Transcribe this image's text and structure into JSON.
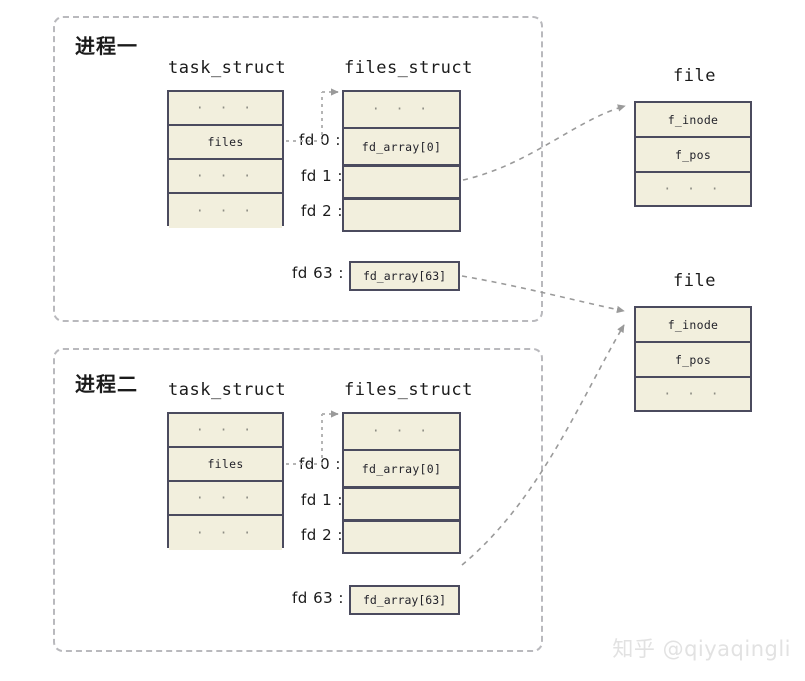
{
  "watermark": "知乎 @qiyaqingli",
  "processes": [
    {
      "label": "进程一",
      "task_struct": {
        "title": "task_struct",
        "rows": [
          "· · ·",
          "files",
          "· · ·",
          "· · ·"
        ]
      },
      "files_struct": {
        "title": "files_struct",
        "rows": [
          "· · ·",
          "fd_array[0]",
          "",
          ""
        ],
        "fd_labels": [
          "fd 0 :",
          "fd 1 :",
          "fd 2 :"
        ],
        "last_fd_label": "fd 63 :",
        "last_fd_value": "fd_array[63]"
      }
    },
    {
      "label": "进程二",
      "task_struct": {
        "title": "task_struct",
        "rows": [
          "· · ·",
          "files",
          "· · ·",
          "· · ·"
        ]
      },
      "files_struct": {
        "title": "files_struct",
        "rows": [
          "· · ·",
          "fd_array[0]",
          "",
          ""
        ],
        "fd_labels": [
          "fd 0 :",
          "fd 1 :",
          "fd 2 :"
        ],
        "last_fd_label": "fd 63 :",
        "last_fd_value": "fd_array[63]"
      }
    }
  ],
  "files": [
    {
      "title": "file",
      "rows": [
        "f_inode",
        "f_pos",
        "· · ·"
      ]
    },
    {
      "title": "file",
      "rows": [
        "f_inode",
        "f_pos",
        "· · ·"
      ]
    }
  ],
  "colors": {
    "cell_fill": "#f2efdd",
    "cell_border": "#4b4b5e",
    "dashed_container": "#b9b9bd",
    "arrow": "#9a9a9a",
    "text": "#1b1b1b",
    "watermark": "#e2e2e2"
  }
}
